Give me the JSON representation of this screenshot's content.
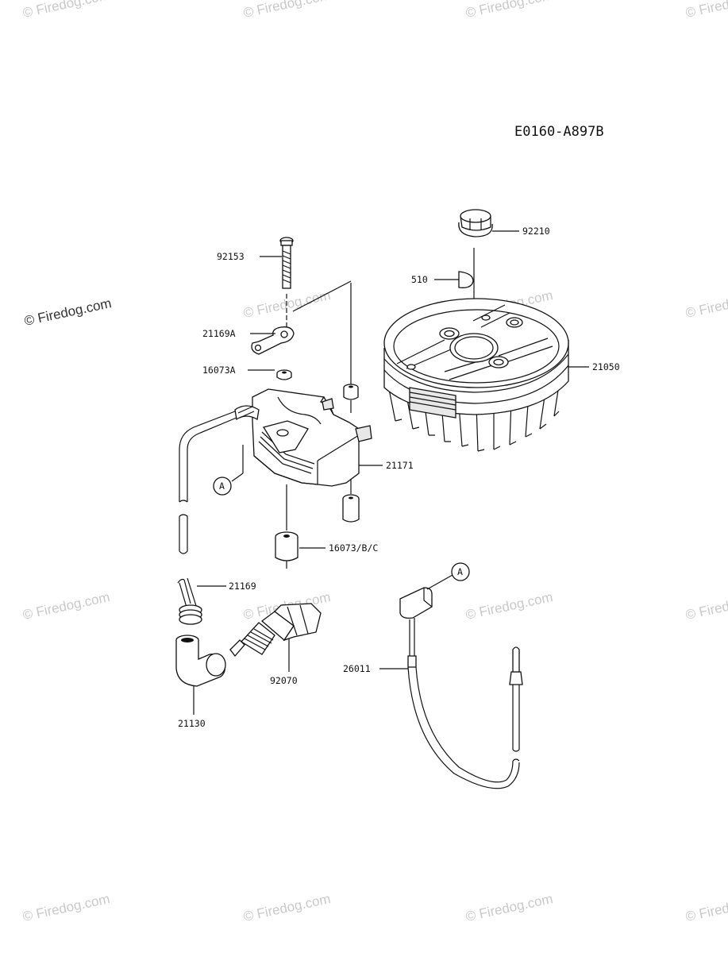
{
  "diagram": {
    "code": "E0160-A897B",
    "callouts": {
      "p92153": "92153",
      "p21169A": "21169A",
      "p16073A": "16073A",
      "p21171": "21171",
      "p16073BC": "16073/B/C",
      "p21169": "21169",
      "p92070": "92070",
      "p21130": "21130",
      "p92210": "92210",
      "p510": "510",
      "p21050": "21050",
      "p26011": "26011",
      "refA1": "A",
      "refA2": "A"
    }
  },
  "watermark": {
    "text": "© Firedog.com"
  },
  "colors": {
    "line": "#111111",
    "watermark": "#c9c9c9"
  }
}
